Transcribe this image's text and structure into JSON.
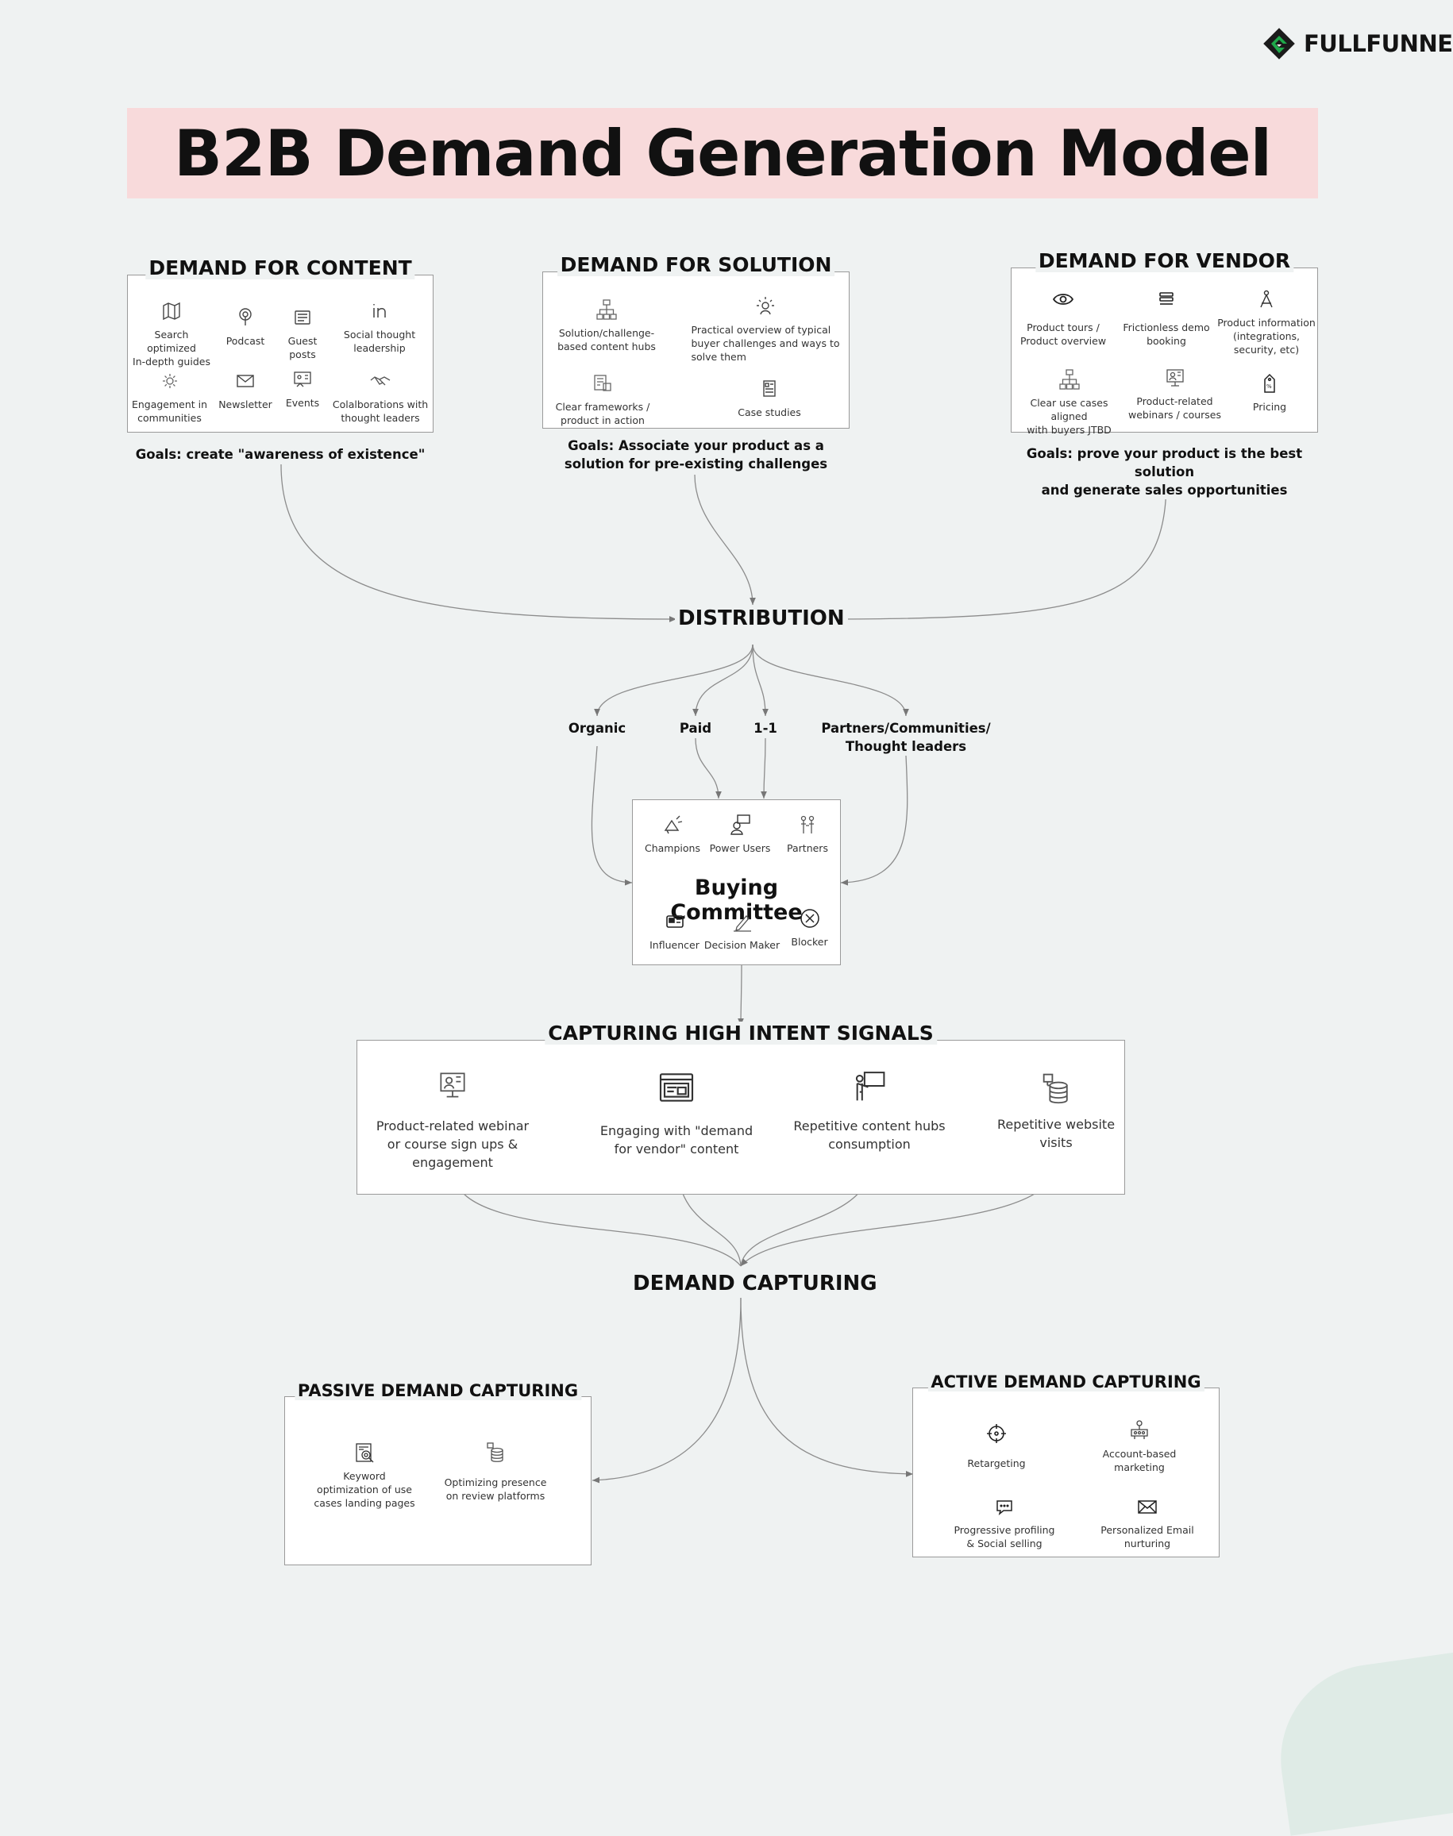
{
  "brand": {
    "logo_text": "FULLFUNNEL",
    "accent": "#1faa4b",
    "dark": "#1b1b1b"
  },
  "title": "B2B Demand Generation Model",
  "content": {
    "title": "DEMAND FOR CONTENT",
    "items": [
      {
        "label": "Search optimized\nIn-depth guides",
        "icon": "map-icon"
      },
      {
        "label": "Podcast",
        "icon": "podcast-icon"
      },
      {
        "label": "Guest\nposts",
        "icon": "article-icon"
      },
      {
        "label": "Social thought\nleadership",
        "icon": "linkedin-icon"
      },
      {
        "label": "Engagement in\ncommunities",
        "icon": "gear-icon"
      },
      {
        "label": "Newsletter",
        "icon": "mail-icon"
      },
      {
        "label": "Events",
        "icon": "events-icon"
      },
      {
        "label": "Colalborations with\nthought leaders",
        "icon": "handshake-icon"
      }
    ],
    "goal": "Goals: create \"awareness of existence\""
  },
  "solution": {
    "title": "DEMAND FOR SOLUTION",
    "items": [
      {
        "label": "Solution/challenge-\nbased content hubs",
        "icon": "hub-icon"
      },
      {
        "label": "Practical overview of typical\nbuyer challenges and ways to\nsolve them",
        "icon": "ideas-icon"
      },
      {
        "label": "Clear frameworks /\nproduct in action",
        "icon": "framework-icon"
      },
      {
        "label": "Case studies",
        "icon": "document-icon"
      }
    ],
    "goal": "Goals: Associate your product as a\nsolution for pre-existing challenges"
  },
  "vendor": {
    "title": "DEMAND FOR VENDOR",
    "items": [
      {
        "label": "Product tours /\nProduct overview",
        "icon": "eye-icon"
      },
      {
        "label": "Frictionless demo\nbooking",
        "icon": "list-icon"
      },
      {
        "label": "Product information\n(integrations,\nsecurity, etc)",
        "icon": "compass-icon"
      },
      {
        "label": "Clear use cases aligned\nwith buyers JTBD",
        "icon": "hub-icon"
      },
      {
        "label": "Product-related\nwebinars / courses",
        "icon": "webinar-icon"
      },
      {
        "label": "Pricing",
        "icon": "price-tag-icon"
      }
    ],
    "goal": "Goals: prove your product is the best solution\nand generate sales opportunities"
  },
  "distribution": {
    "title": "DISTRIBUTION",
    "channels": [
      "Organic",
      "Paid",
      "1-1",
      "Partners/Communities/\nThought leaders"
    ]
  },
  "buying_committee": {
    "title": "Buying Committee",
    "roles": [
      {
        "label": "Champions",
        "icon": "megaphone-icon"
      },
      {
        "label": "Power Users",
        "icon": "user-chat-icon"
      },
      {
        "label": "Partners",
        "icon": "partners-icon"
      },
      {
        "label": "Influencer",
        "icon": "influencer-icon"
      },
      {
        "label": "Decision Maker",
        "icon": "pen-icon"
      },
      {
        "label": "Blocker",
        "icon": "blocker-icon"
      }
    ]
  },
  "signals": {
    "title": "CAPTURING HIGH INTENT SIGNALS",
    "items": [
      {
        "label": "Product-related webinar\nor course sign ups &\nengagement",
        "icon": "webinar-icon"
      },
      {
        "label": "Engaging with \"demand\nfor vendor\" content",
        "icon": "browser-icon"
      },
      {
        "label": "Repetitive content hubs\nconsumption",
        "icon": "presenter-icon"
      },
      {
        "label": "Repetitive website\nvisits",
        "icon": "database-icon"
      }
    ]
  },
  "capturing": {
    "title": "DEMAND CAPTURING"
  },
  "passive": {
    "title": "PASSIVE DEMAND CAPTURING",
    "items": [
      {
        "label": "Keyword\noptimization of use\ncases landing pages",
        "icon": "seo-icon"
      },
      {
        "label": "Optimizing presence\non review platforms",
        "icon": "database-icon"
      }
    ]
  },
  "active": {
    "title": "ACTIVE DEMAND CAPTURING",
    "items": [
      {
        "label": "Retargeting",
        "icon": "target-icon"
      },
      {
        "label": "Account-based\nmarketing",
        "icon": "abm-icon"
      },
      {
        "label": "Progressive profiling\n& Social selling",
        "icon": "chat-icon"
      },
      {
        "label": "Personalized Email\nnurturing",
        "icon": "mail-icon"
      }
    ]
  }
}
